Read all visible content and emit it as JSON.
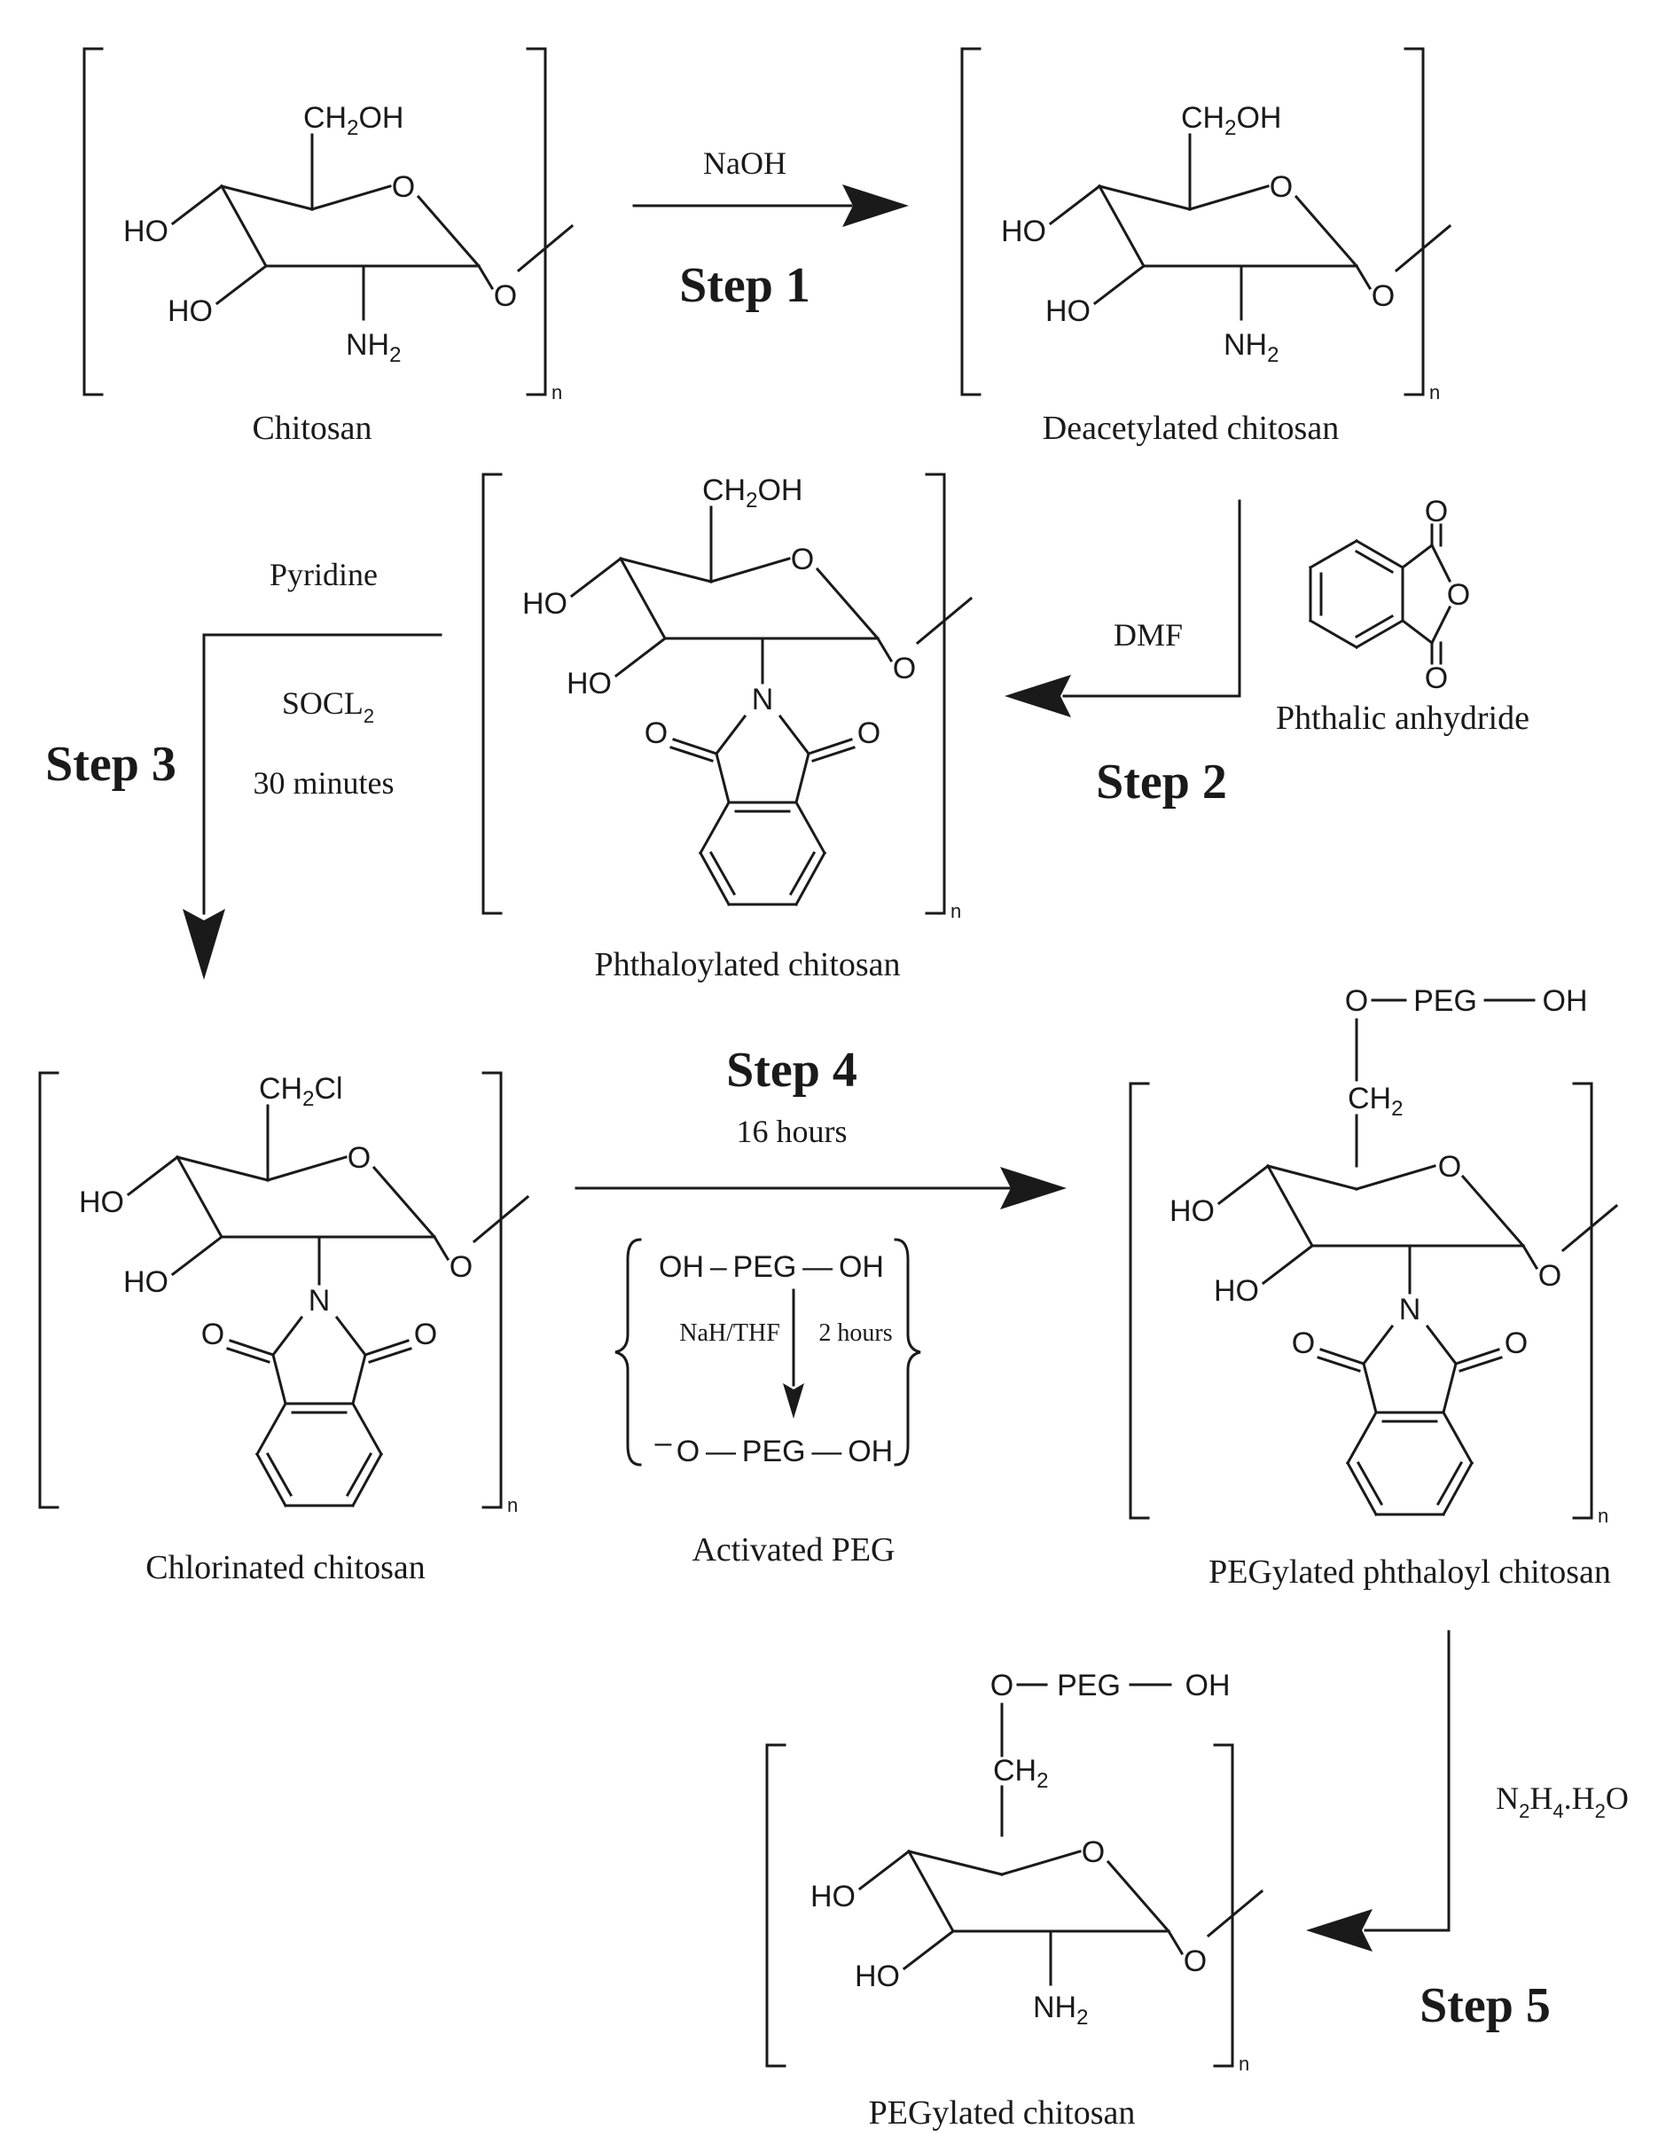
{
  "compounds": {
    "chitosan": {
      "caption": "Chitosan",
      "ch2oh": "CH",
      "ch2oh_sub": "2",
      "ch2oh_tail": "OH",
      "nh2": "NH",
      "nh2_sub": "2"
    },
    "deacetylated": {
      "caption": "Deacetylated chitosan",
      "ch2oh": "CH",
      "ch2oh_sub": "2",
      "ch2oh_tail": "OH",
      "nh2": "NH",
      "nh2_sub": "2"
    },
    "phthaloylated": {
      "caption": "Phthaloylated chitosan",
      "ch2oh": "CH",
      "ch2oh_sub": "2",
      "ch2oh_tail": "OH"
    },
    "phthalic_anhydride": {
      "caption": "Phthalic anhydride"
    },
    "chlorinated": {
      "caption": "Chlorinated chitosan",
      "ch2cl": "CH",
      "ch2cl_sub": "2",
      "ch2cl_tail": "Cl"
    },
    "pegylated_phthaloyl": {
      "caption": "PEGylated phthaloyl chitosan",
      "ch2": "CH",
      "ch2_sub": "2"
    },
    "pegylated": {
      "caption": "PEGylated chitosan",
      "ch2": "CH",
      "ch2_sub": "2",
      "nh2": "NH",
      "nh2_sub": "2"
    },
    "activated_peg": {
      "caption": "Activated PEG",
      "top": "OH – PEG — OH",
      "reagent": "NaH/THF",
      "time": "2 hours",
      "anion_minus": "–",
      "bottom": "O — PEG — OH"
    }
  },
  "atoms": {
    "ho": "HO",
    "o": "O",
    "n": "N",
    "peg": "PEG",
    "oh": "OH",
    "n_repeat": "n"
  },
  "steps": {
    "step1": {
      "label": "Step 1",
      "reagent": "NaOH"
    },
    "step2": {
      "label": "Step 2",
      "reagent": "DMF"
    },
    "step3": {
      "label": "Step 3",
      "reagent1": "Pyridine",
      "reagent2_main": "SOCL",
      "reagent2_sub": "2",
      "reagent3": "30 minutes"
    },
    "step4": {
      "label": "Step 4",
      "reagent": "16 hours"
    },
    "step5": {
      "label": "Step 5",
      "n2h4_n": "N",
      "n2h4_n_sub": "2",
      "n2h4_h": "H",
      "n2h4_h_sub": "4",
      "n2h4_mid": ".H",
      "n2h4_mid_sub": "2",
      "n2h4_o": "O"
    }
  }
}
